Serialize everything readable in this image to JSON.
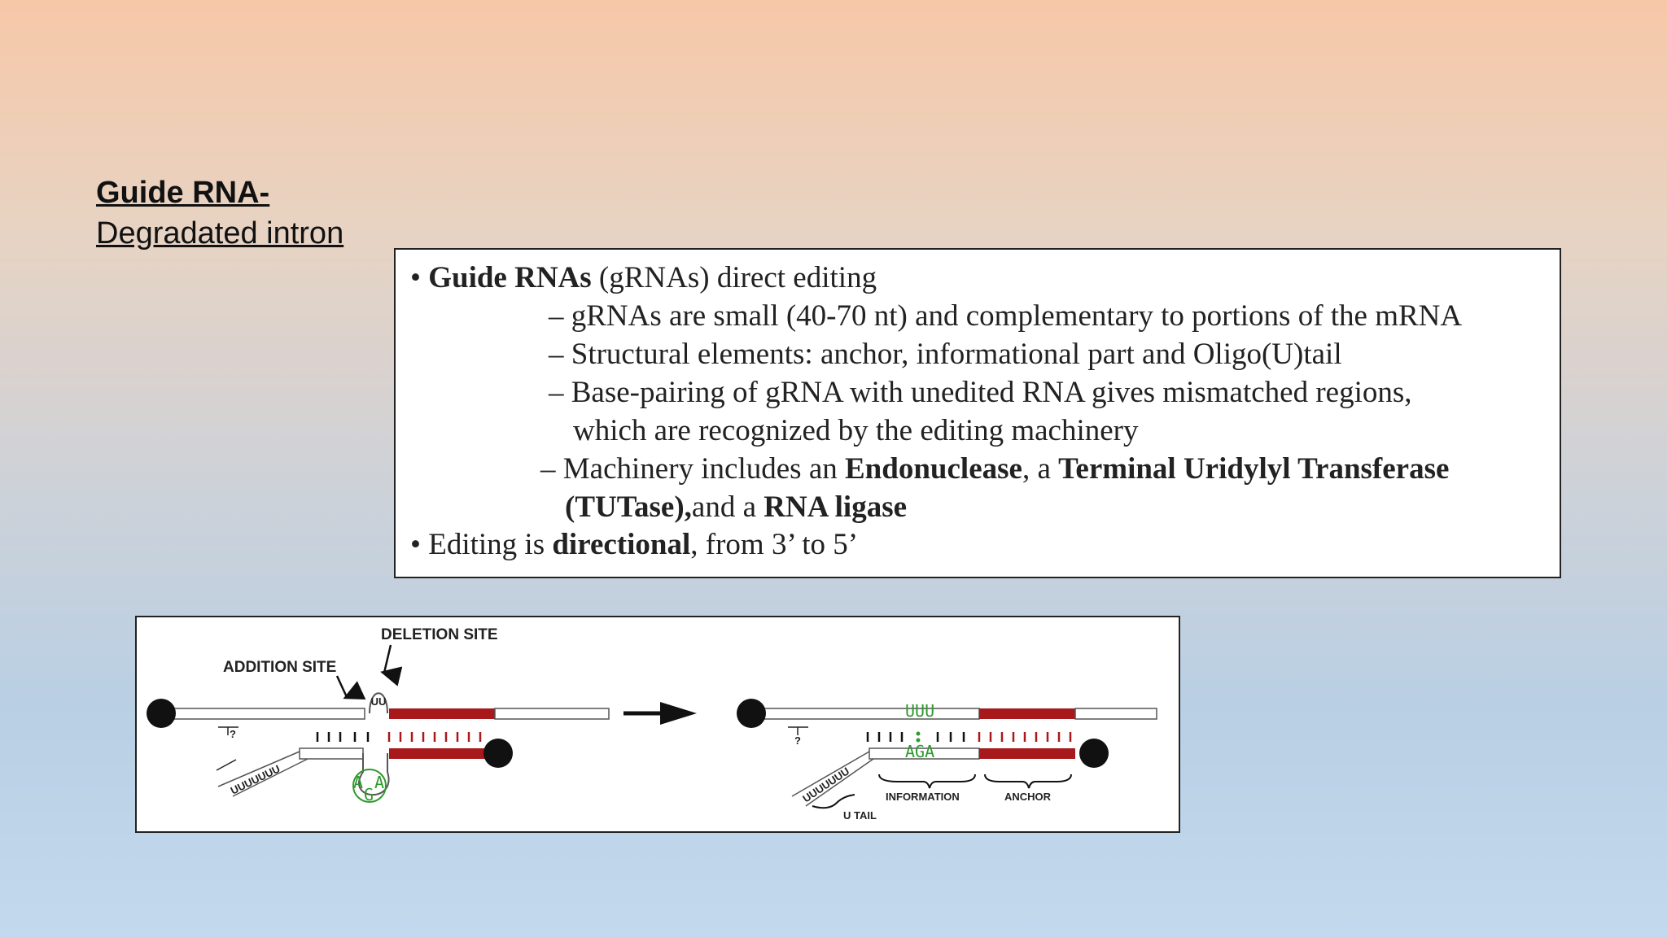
{
  "slide": {
    "title": "Guide RNA-",
    "subtitle": "Degradated intron"
  },
  "textbox": {
    "b1_bold": "Guide RNAs",
    "b1_rest": " (gRNAs) direct editing",
    "s1": "gRNAs are small (40-70 nt) and complementary to portions of the mRNA",
    "s2": "Structural elements: anchor, informational part and Oligo(U)tail",
    "s3a": "Base-pairing of gRNA with unedited RNA gives mismatched regions,",
    "s3b": "which  are recognized by the editing machinery",
    "s4_t1": "Machinery includes an ",
    "s4_b1": "Endonuclease",
    "s4_t2": ", a ",
    "s4_b2": "Terminal Uridylyl Transferase",
    "s4_b3": "(TUTase),",
    "s4_t3": "and a ",
    "s4_b4": "RNA ligase",
    "b2_t1": "Editing is ",
    "b2_b1": "directional",
    "b2_t2": ", from 3’ to 5’"
  },
  "figure": {
    "deletion_site": "DELETION SITE",
    "addition_site": "ADDITION SITE",
    "question": "?",
    "uu": "UU",
    "loop_a1": "A",
    "loop_a2": "A",
    "loop_g": "G",
    "uuu": "UUU",
    "aga": "AGA",
    "information": "INFORMATION",
    "anchor": "ANCHOR",
    "u_tail": "U TAIL",
    "utail_seq_left": "UUUUUUU",
    "utail_seq_right": "UUUUUUU",
    "colors": {
      "anchor_red": "#a8191c",
      "green": "#2e9a2e"
    }
  }
}
